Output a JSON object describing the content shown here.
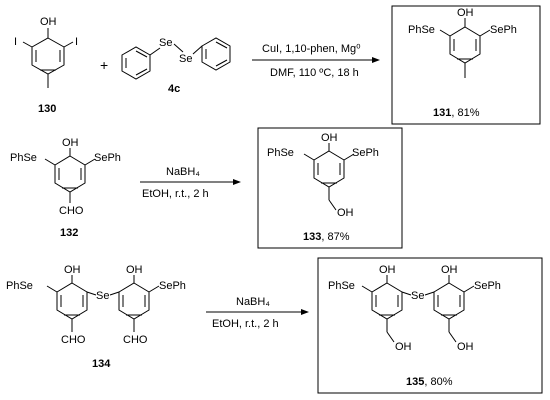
{
  "reaction1": {
    "sm_id": "130",
    "reagent_id": "4c",
    "plus": "+",
    "sm_substituents": {
      "oh": "OH",
      "i_left": "I",
      "i_right": "I"
    },
    "reagent_atoms": {
      "se1": "Se",
      "se2": "Se"
    },
    "conditions_top": "CuI, 1,10-phen, Mg⁰",
    "conditions_bottom": "DMF, 110 ºC, 18 h",
    "product": {
      "id": "131",
      "yield": ", 81%",
      "oh": "OH",
      "left": "PhSe",
      "right": "SePh"
    }
  },
  "reaction2": {
    "sm_id": "132",
    "sm_substituents": {
      "oh": "OH",
      "left": "PhSe",
      "right": "SePh",
      "bottom": "CHO"
    },
    "conditions_top": "NaBH₄",
    "conditions_bottom": "EtOH, r.t., 2 h",
    "product": {
      "id": "133",
      "yield": ", 87%",
      "oh": "OH",
      "left": "PhSe",
      "right": "SePh",
      "bottom": "OH"
    }
  },
  "reaction3": {
    "sm_id": "134",
    "sm_substituents": {
      "oh1": "OH",
      "oh2": "OH",
      "left": "PhSe",
      "bridge": "Se",
      "right": "SePh",
      "cho1": "CHO",
      "cho2": "CHO"
    },
    "conditions_top": "NaBH₄",
    "conditions_bottom": "EtOH, r.t., 2 h",
    "product": {
      "id": "135",
      "yield": ", 80%",
      "oh1": "OH",
      "oh2": "OH",
      "left": "PhSe",
      "bridge": "Se",
      "right": "SePh",
      "oh_bottom1": "OH",
      "oh_bottom2": "OH"
    }
  }
}
